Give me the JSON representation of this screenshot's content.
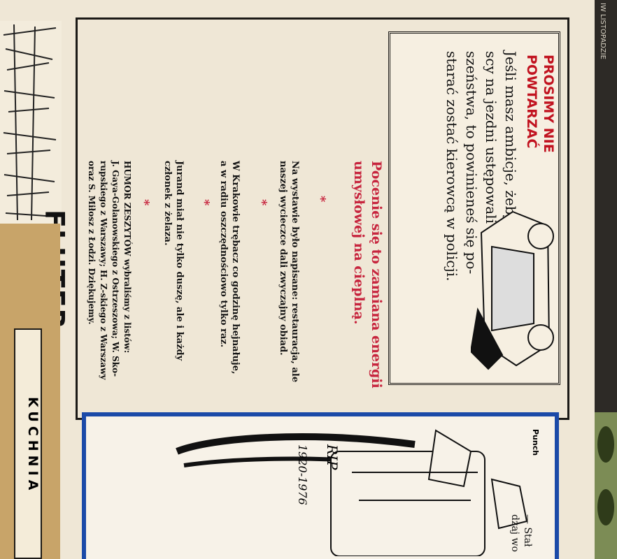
{
  "header": {
    "corner_fragment": "IW LISTOPADZIE"
  },
  "box": {
    "title_line1": "PROSIMY NIE",
    "title_line2": "POWTARZAĆ",
    "lines": [
      "Jeśli masz ambicje, żeby wszy-",
      "scy na jezdni ustępowali ci pierw-",
      "szeństwa, to powinieneś się po-",
      "starać zostać kierowcą w policji."
    ]
  },
  "jokes": {
    "title_line1": "Pocenie się to zamiana energii",
    "title_line2": "umysłowej na cieplną.",
    "items": [
      {
        "lines": [
          "Na wystawie było napisane: restauracja, ale",
          "naszej wycieczce dali zwyczajny obiad."
        ]
      },
      {
        "lines": [
          "W Krakowie trębacz co godzinę hejnałuje,",
          "a w radiu oszczędnościowo tylko raz."
        ]
      },
      {
        "lines": [
          "Jurand miał nie tylko duszę, ale i każdy",
          "członek z żelaza."
        ]
      }
    ],
    "star": "*"
  },
  "credits": {
    "lines": [
      "HUMOR ZESZYTÓW wybraliśmy z listów:",
      "J. Gaya-Golanowskiego z Ostrzeszowa; W. Sko-",
      "rupskiego z Warszawy; H. Z-skiego z Warszawy",
      "oraz S. Miłosz z Łodzi. Dziękujemy."
    ]
  },
  "signature": "FLUTER",
  "kuchnia": "KUCHNIA",
  "punch_credit": "Punch",
  "bottom_quote": {
    "line1": "— Stał",
    "line2": "dzaj wo"
  },
  "tombstone": {
    "rip": "RIP",
    "dates": "1920-1976"
  },
  "colors": {
    "red": "#c1121f",
    "blue_frame": "#1b4aa8",
    "tan": "#c8a469",
    "paper": "#efe7d6"
  }
}
